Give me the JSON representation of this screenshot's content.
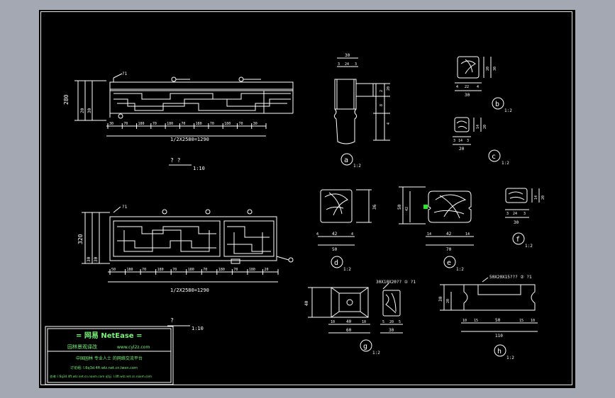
{
  "colors": {
    "background": "#a3a8b2",
    "sheet": "#000000",
    "lines": "#ffffff",
    "logo_text": "#7cf27c",
    "grip": "#22ee22"
  },
  "views": {
    "elevation_top": {
      "dim_total": "1/2X2580=1290",
      "scale_label": "? ?",
      "scale": "1:10",
      "leader_main": "?1"
    },
    "elevation_bottom": {
      "dim_total": "1/2X2580=1290",
      "scale_label": "?",
      "scale": "1:10",
      "leader_main": "?1"
    }
  },
  "details": {
    "a": {
      "letter": "a",
      "scale": "1:2"
    },
    "b": {
      "letter": "b",
      "scale": "1:2"
    },
    "c": {
      "letter": "c",
      "scale": "1:2"
    },
    "d": {
      "letter": "d",
      "scale": "1:2"
    },
    "e": {
      "letter": "e",
      "scale": "1:2"
    },
    "f": {
      "letter": "f",
      "scale": "1:2"
    },
    "g": {
      "letter": "g",
      "scale": "1:2",
      "note": "30X10X20?? ① ?1"
    },
    "h": {
      "letter": "h",
      "scale": "1:2",
      "note": "50X20X15??? ② ?1"
    }
  },
  "dims": {
    "a_top": "30",
    "a_sub": [
      "3",
      "24",
      "3"
    ],
    "a_side": [
      "2",
      "8",
      "2",
      "4",
      "20"
    ],
    "b_w": "30",
    "b_sub": [
      "4",
      "22",
      "4"
    ],
    "b_h": [
      "4",
      "20",
      "30"
    ],
    "c_w": "20",
    "c_sub": [
      "3",
      "14",
      "3"
    ],
    "c_h": [
      "3",
      "14",
      "20"
    ],
    "d_w": "50",
    "d_sub": [
      "4",
      "42",
      "4"
    ],
    "d_h": "36",
    "e_w": "70",
    "e_sub": [
      "14",
      "42",
      "14"
    ],
    "e_h": [
      "50",
      "42"
    ],
    "f_w": "30",
    "f_sub": [
      "3",
      "24",
      "3"
    ],
    "f_h": [
      "14",
      "20"
    ],
    "g_w": "60",
    "g_sub": [
      "10",
      "40",
      "10"
    ],
    "g_h": "40",
    "g2_w": "30",
    "g2_sub": [
      "5",
      "20",
      "5"
    ],
    "h_w": "110",
    "h_sub": [
      "10",
      "15",
      "50",
      "15",
      "10"
    ],
    "h_h": [
      "30",
      "20"
    ],
    "top_left": [
      "280",
      "20",
      "30"
    ],
    "bottom_left": [
      "320",
      "30",
      "30"
    ],
    "top_run": [
      "30",
      "70",
      "180",
      "70",
      "180",
      "70",
      "180",
      "70",
      "180",
      "70",
      "30"
    ],
    "bottom_run": [
      "50",
      "180",
      "70",
      "180",
      "70",
      "180",
      "70",
      "180",
      "70",
      "180",
      "20"
    ]
  },
  "title_block": {
    "brand": "= 网易 NetEase =",
    "line1_a": "园林景观译改",
    "line1_b": "www.cyl2z.com",
    "line2": "中国园林 专业人士 的网络交流平台",
    "line3": "讨论组: l.6q3d.4ft.wlz.net.cn.lwxn.com",
    "line4": "咨询: l.6q3d.4ft.wlz.net.cn.naxm.com  论坛: l.4ft.wlz.net.cn.naxm.com"
  }
}
